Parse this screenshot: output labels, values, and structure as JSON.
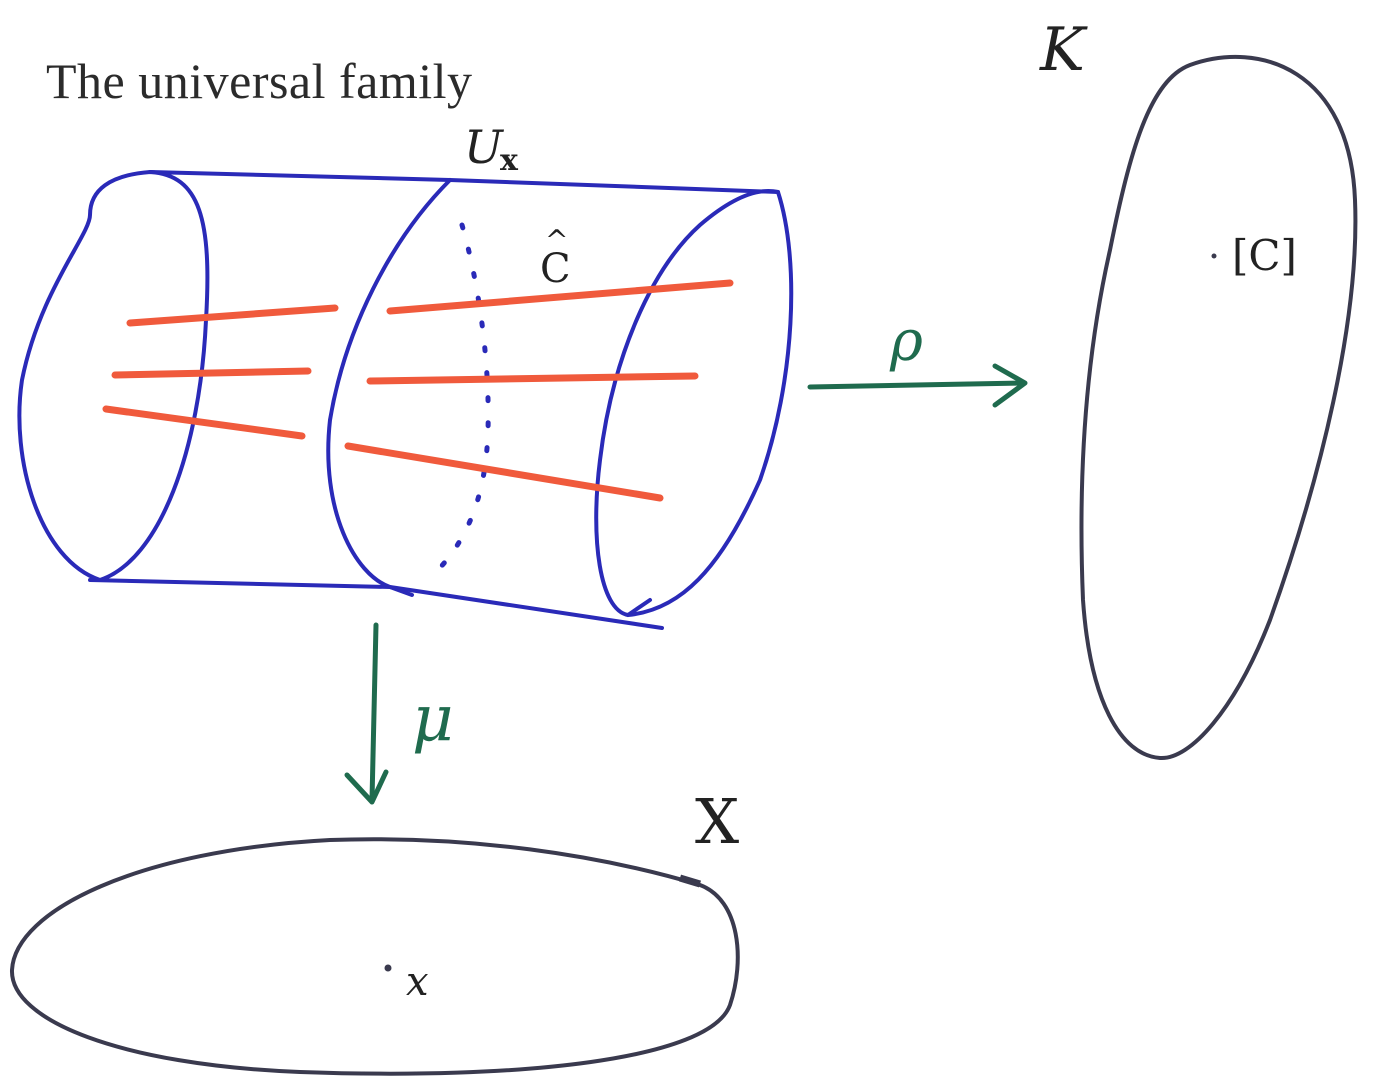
{
  "title": "The universal family",
  "labels": {
    "universal_family": "U",
    "universal_family_subscript": "x",
    "curve": "C",
    "curve_hat": "^",
    "rho": "ρ",
    "mu": "μ",
    "parameter_space": "K",
    "parameter_point": "[C]",
    "base": "X",
    "base_point": "x"
  },
  "colors": {
    "cylinder": "#2a2ab8",
    "curves": "#f05a3c",
    "arrows": "#1f6b4e",
    "spaces": "#3a3a4e",
    "text": "#222222"
  }
}
